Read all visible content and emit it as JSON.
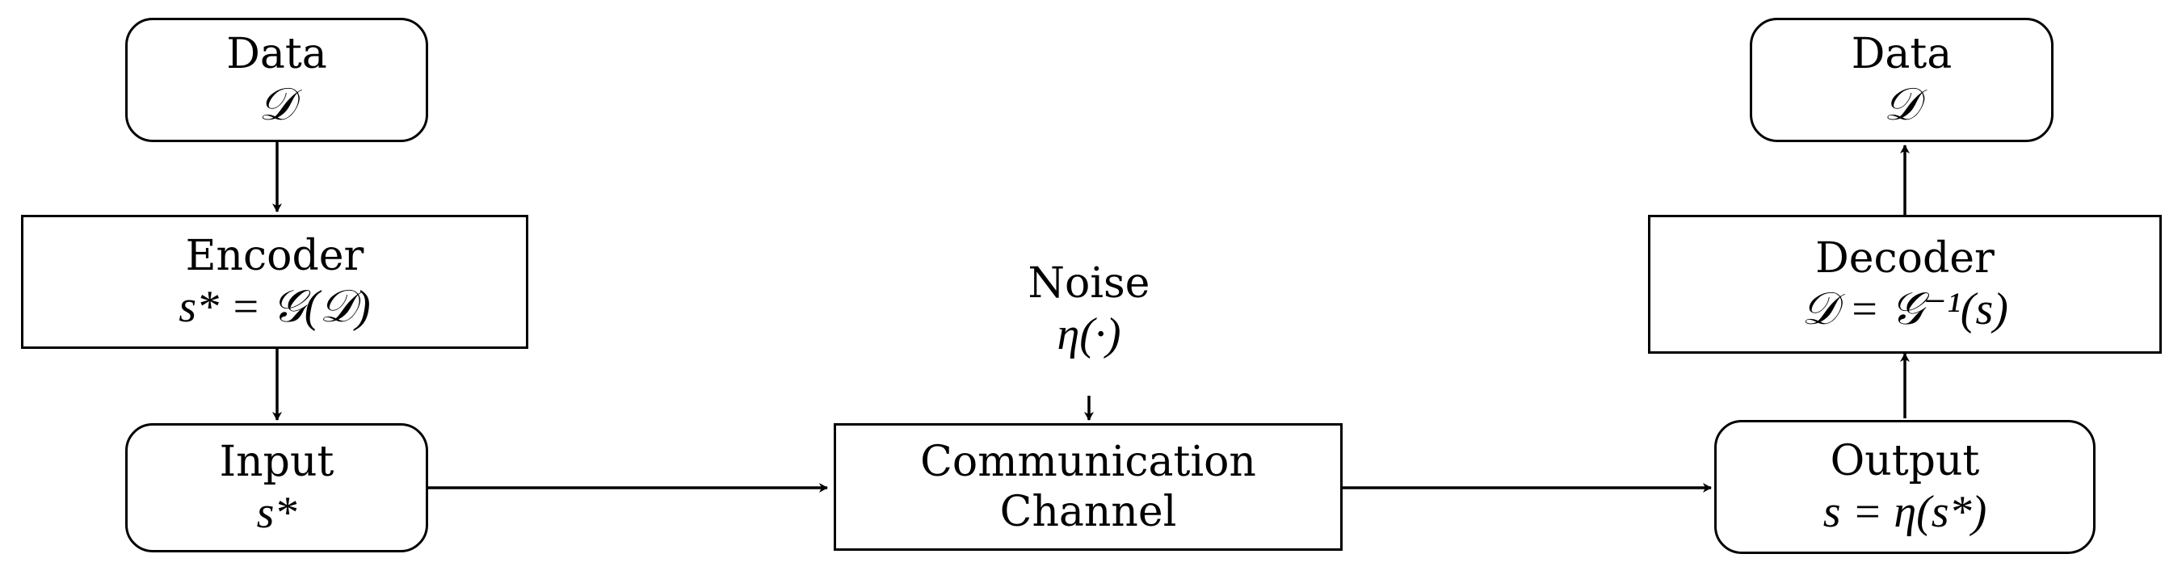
{
  "data_in": {
    "title": "Data",
    "symbol": "𝒟"
  },
  "encoder": {
    "title": "Encoder",
    "formula": "s* = 𝒢(𝒟)"
  },
  "input": {
    "title": "Input",
    "symbol": "s*"
  },
  "noise": {
    "title": "Noise",
    "symbol": "η(·)"
  },
  "channel": {
    "line1": "Communication",
    "line2": "Channel"
  },
  "output": {
    "title": "Output",
    "formula": "s = η(s*)"
  },
  "decoder": {
    "title": "Decoder",
    "formula": "𝒟 = 𝒢⁻¹(s)"
  },
  "data_out": {
    "title": "Data",
    "symbol": "𝒟"
  }
}
